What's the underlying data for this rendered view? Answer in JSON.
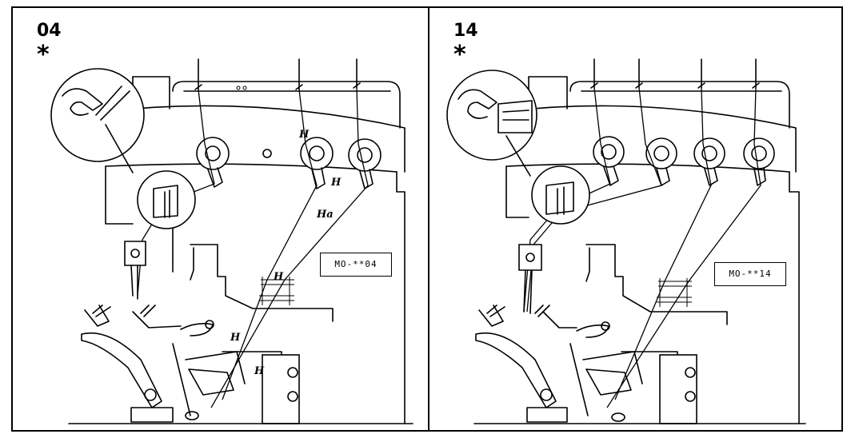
{
  "panels": [
    {
      "number": "04",
      "marker": "*",
      "model": "MO-**04",
      "annotations": [
        "H",
        "H",
        "Ha",
        "H",
        "H",
        "H"
      ]
    },
    {
      "number": "14",
      "marker": "*",
      "model": "MO-**14"
    }
  ],
  "icons": {
    "thread_guide": "thread-guide-icon",
    "tension_dial": "tension-dial-icon",
    "looper": "looper-icon",
    "needle_clamp": "needle-clamp-icon",
    "magnifier": "magnifier-callout-icon"
  }
}
